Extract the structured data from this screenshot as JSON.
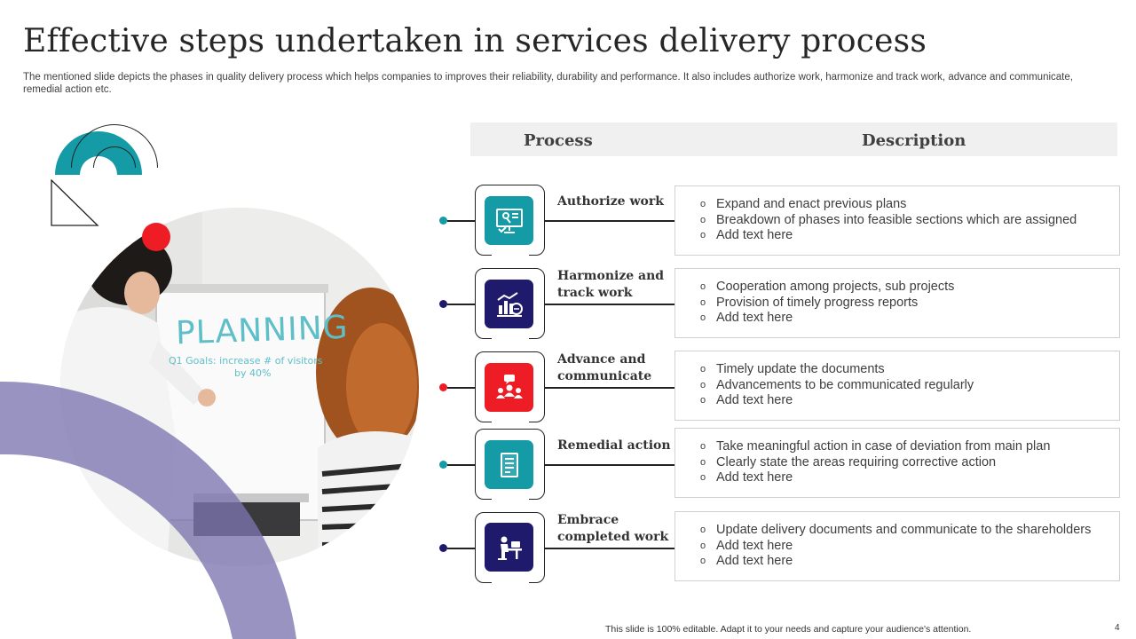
{
  "title": "Effective steps undertaken in services delivery process",
  "subtitle": "The mentioned slide depicts the phases in quality delivery process which helps companies to improves their reliability, durability and performance. It also includes authorize work, harmonize and track work, advance and communicate, remedial action etc.",
  "table": {
    "header_process": "Process",
    "header_description": "Description"
  },
  "rows": [
    {
      "label": "Authorize work",
      "icon": "approval-monitor-icon",
      "color": "#149ba6",
      "items": [
        "Expand and enact previous plans",
        "Breakdown of phases into feasible sections which are assigned",
        "Add text here"
      ]
    },
    {
      "label": "Harmonize and track work",
      "icon": "chart-tracking-icon",
      "color": "#1f1a6b",
      "items": [
        "Cooperation among projects, sub projects",
        "Provision of timely progress reports",
        "Add text here"
      ]
    },
    {
      "label": "Advance and communicate",
      "icon": "team-communication-icon",
      "color": "#ee1c25",
      "items": [
        "Timely update the documents",
        "Advancements to be communicated regularly",
        "Add text here"
      ]
    },
    {
      "label": "Remedial action",
      "icon": "document-checklist-icon",
      "color": "#149ba6",
      "items": [
        "Take meaningful action in case of deviation from main plan",
        "Clearly state the areas requiring corrective action",
        "Add text here"
      ]
    },
    {
      "label": "Embrace completed work",
      "icon": "person-at-desk-icon",
      "color": "#1f1a6b",
      "items": [
        "Update delivery documents and communicate to the shareholders",
        "Add text here",
        "Add text here"
      ]
    }
  ],
  "photo": {
    "whiteboard_heading": "PLANNING",
    "whiteboard_note_line1": "Q1 Goals: increase # of visitors",
    "whiteboard_note_line2": "by 40%"
  },
  "footer": "This slide is 100% editable.  Adapt it to your needs and capture your audience's attention.",
  "page_number": "4"
}
